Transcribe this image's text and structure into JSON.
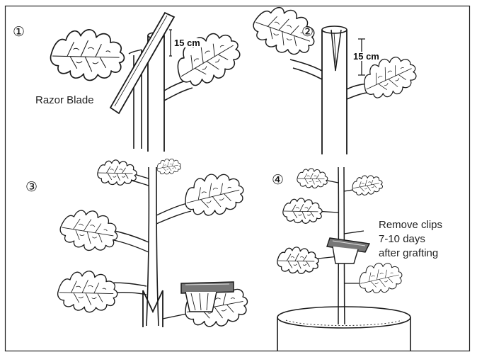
{
  "panels": [
    {
      "step": "①",
      "measurement": "15 cm",
      "label": "Razor Blade"
    },
    {
      "step": "②",
      "measurement": "15 cm"
    },
    {
      "step": "③"
    },
    {
      "step": "④",
      "note_lines": [
        "Remove clips",
        "7-10 days",
        "after grafting"
      ]
    }
  ]
}
